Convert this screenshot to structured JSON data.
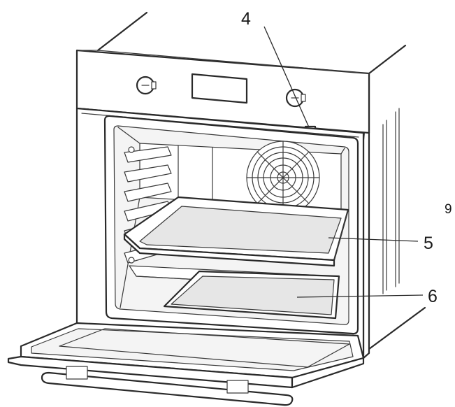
{
  "callouts": [
    {
      "id": "4",
      "label": "4"
    },
    {
      "id": "5",
      "label": "5"
    },
    {
      "id": "6",
      "label": "6"
    },
    {
      "id": "9",
      "label": "9"
    }
  ],
  "icons": [
    "control-knob-left",
    "control-knob-right",
    "display-panel",
    "oven-light",
    "convection-fan",
    "side-rack",
    "baking-tray",
    "wire-shelf",
    "oven-door",
    "door-handle"
  ]
}
